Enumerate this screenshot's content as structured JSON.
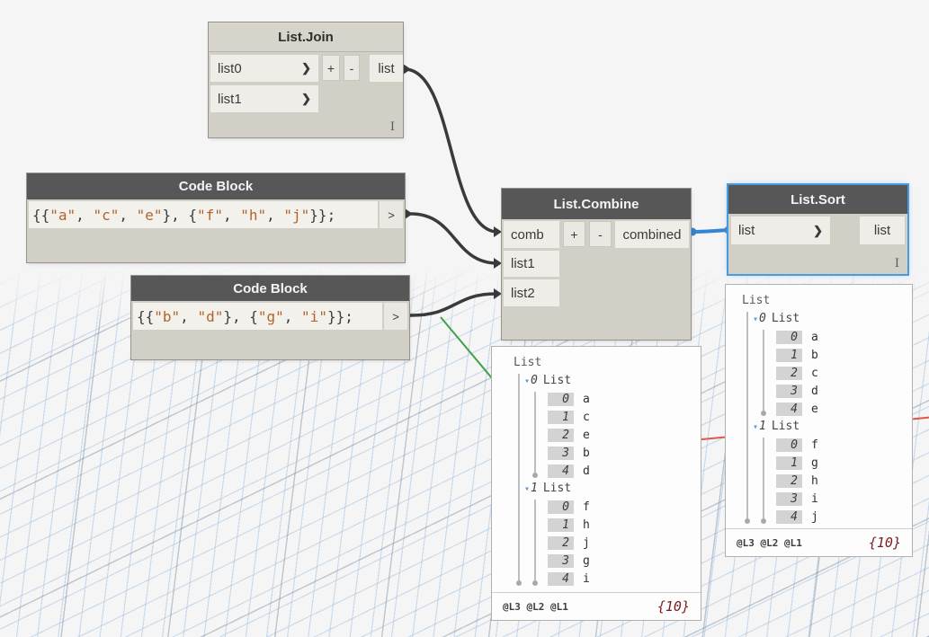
{
  "icons": {
    "chevron_right": "❯",
    "expander": "▾",
    "plus": "+",
    "minus": "-"
  },
  "colors": {
    "selection_blue": "#4a9ade",
    "wire_dark": "#3a3a3a",
    "wire_blue": "#3584d4",
    "code_string": "#b4622d",
    "axis_red": "#e2574e",
    "axis_green": "#43a047",
    "count_red": "#7b1c1c"
  },
  "nodes": {
    "list_join": {
      "title": "List.Join",
      "inputs": [
        "list0",
        "list1"
      ],
      "output": "list",
      "lacing": "I"
    },
    "code_block_1": {
      "title": "Code Block",
      "run_chip": ">",
      "tokens": [
        {
          "t": "{{",
          "k": "p"
        },
        {
          "t": "\"a\"",
          "k": "s"
        },
        {
          "t": ", ",
          "k": "p"
        },
        {
          "t": "\"c\"",
          "k": "s"
        },
        {
          "t": ", ",
          "k": "p"
        },
        {
          "t": "\"e\"",
          "k": "s"
        },
        {
          "t": "}, {",
          "k": "p"
        },
        {
          "t": "\"f\"",
          "k": "s"
        },
        {
          "t": ", ",
          "k": "p"
        },
        {
          "t": "\"h\"",
          "k": "s"
        },
        {
          "t": ", ",
          "k": "p"
        },
        {
          "t": "\"j\"",
          "k": "s"
        },
        {
          "t": "}};",
          "k": "p"
        }
      ]
    },
    "code_block_2": {
      "title": "Code Block",
      "run_chip": ">",
      "tokens": [
        {
          "t": "{{",
          "k": "p"
        },
        {
          "t": "\"b\"",
          "k": "s"
        },
        {
          "t": ", ",
          "k": "p"
        },
        {
          "t": "\"d\"",
          "k": "s"
        },
        {
          "t": "}, {",
          "k": "p"
        },
        {
          "t": "\"g\"",
          "k": "s"
        },
        {
          "t": ", ",
          "k": "p"
        },
        {
          "t": "\"i\"",
          "k": "s"
        },
        {
          "t": "}};",
          "k": "p"
        }
      ]
    },
    "list_combine": {
      "title": "List.Combine",
      "inputs": [
        "comb",
        "list1",
        "list2"
      ],
      "output": "combined"
    },
    "list_sort": {
      "title": "List.Sort",
      "inputs": [
        "list"
      ],
      "output": "list",
      "lacing": "I"
    }
  },
  "bubbles": [
    {
      "id": "combine-preview",
      "root": "List",
      "groups": [
        {
          "index": "0",
          "label": "List",
          "items": [
            {
              "i": "0",
              "v": "a"
            },
            {
              "i": "1",
              "v": "c"
            },
            {
              "i": "2",
              "v": "e"
            },
            {
              "i": "3",
              "v": "b"
            },
            {
              "i": "4",
              "v": "d"
            }
          ]
        },
        {
          "index": "1",
          "label": "List",
          "items": [
            {
              "i": "0",
              "v": "f"
            },
            {
              "i": "1",
              "v": "h"
            },
            {
              "i": "2",
              "v": "j"
            },
            {
              "i": "3",
              "v": "g"
            },
            {
              "i": "4",
              "v": "i"
            }
          ]
        }
      ],
      "levels": "@L3 @L2 @L1",
      "count": "{10}"
    },
    {
      "id": "sort-preview",
      "root": "List",
      "groups": [
        {
          "index": "0",
          "label": "List",
          "items": [
            {
              "i": "0",
              "v": "a"
            },
            {
              "i": "1",
              "v": "b"
            },
            {
              "i": "2",
              "v": "c"
            },
            {
              "i": "3",
              "v": "d"
            },
            {
              "i": "4",
              "v": "e"
            }
          ]
        },
        {
          "index": "1",
          "label": "List",
          "items": [
            {
              "i": "0",
              "v": "f"
            },
            {
              "i": "1",
              "v": "g"
            },
            {
              "i": "2",
              "v": "h"
            },
            {
              "i": "3",
              "v": "i"
            },
            {
              "i": "4",
              "v": "j"
            }
          ]
        }
      ],
      "levels": "@L3 @L2 @L1",
      "count": "{10}"
    }
  ]
}
